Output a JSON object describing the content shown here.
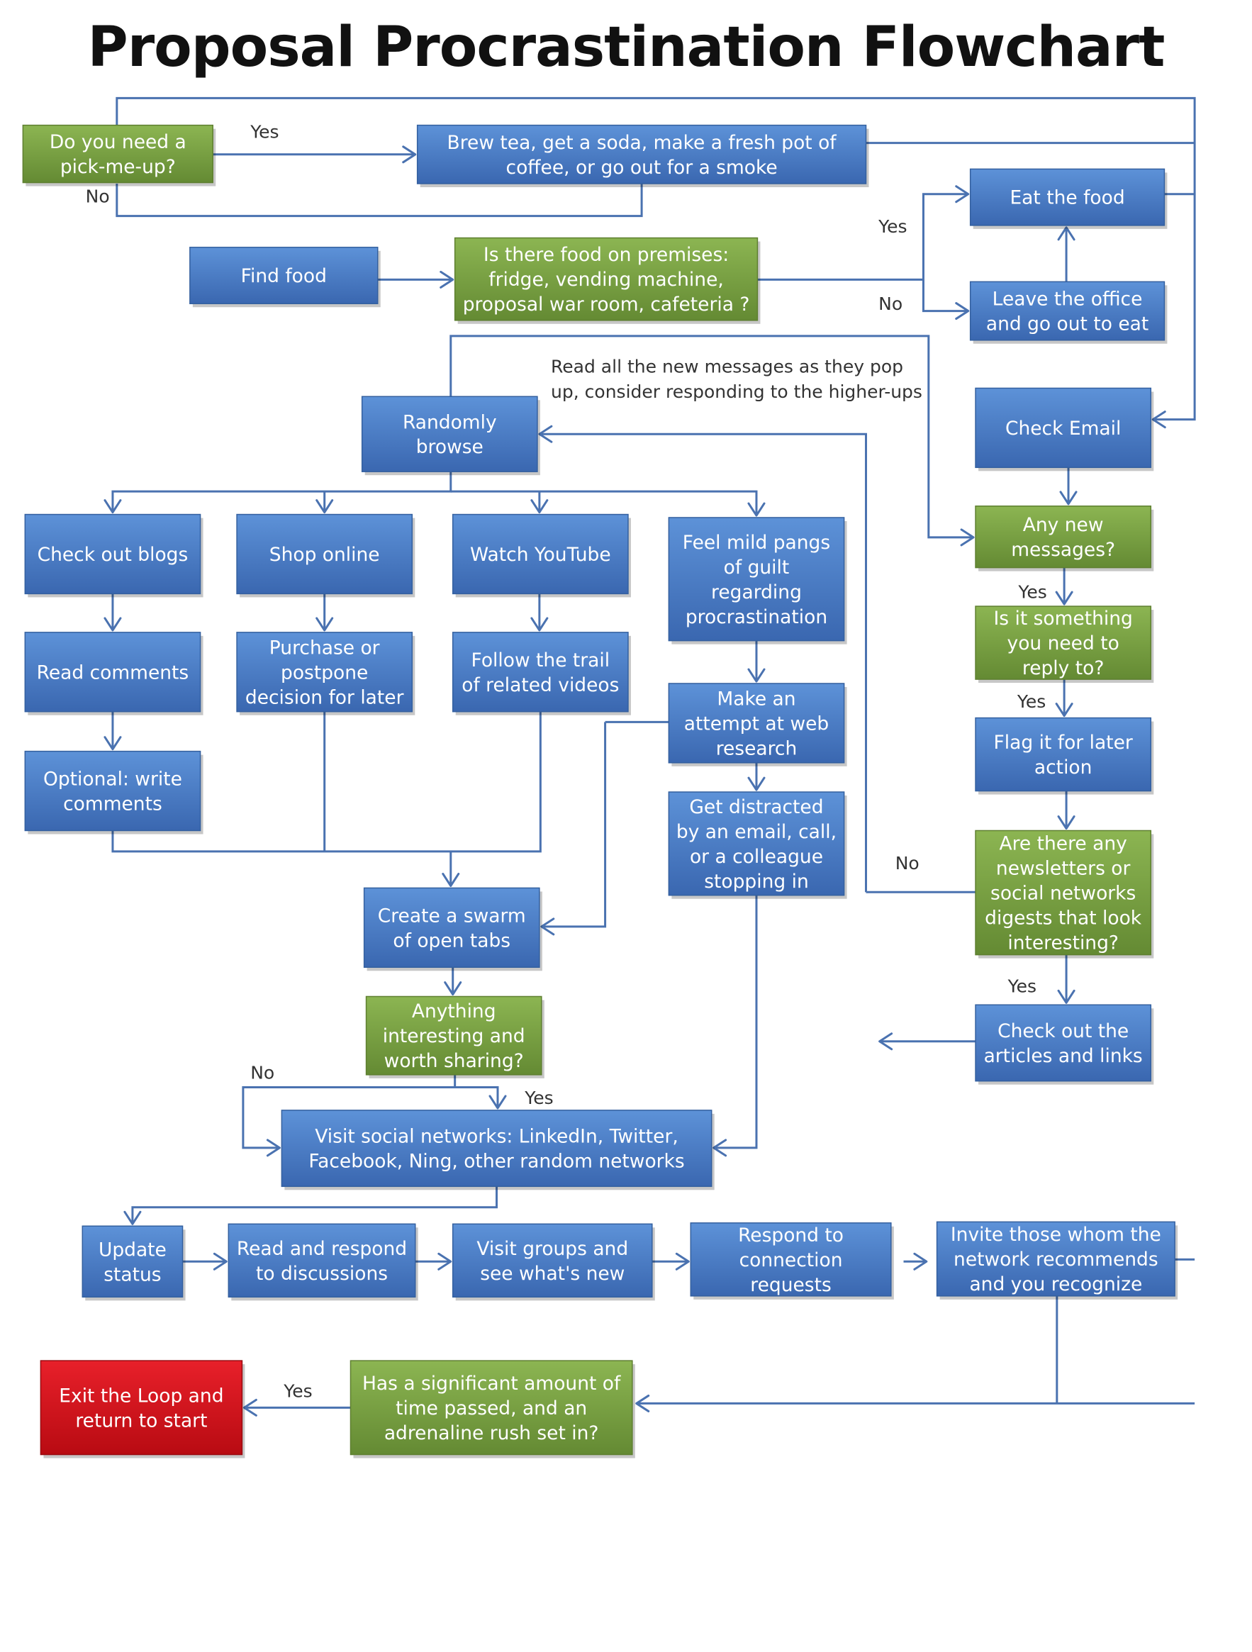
{
  "title": "Proposal Procrastination Flowchart",
  "colors": {
    "process": "#4a7cc6",
    "decision": "#7aa243",
    "exit": "#d4101a",
    "connector": "#4a72b0"
  },
  "nodes": [
    {
      "id": "pick_me_up",
      "kind": "decision",
      "lines": [
        "Do you need a",
        "pick-me-up?"
      ]
    },
    {
      "id": "brew",
      "kind": "process",
      "lines": [
        "Brew  tea, get a soda, make a fresh pot of",
        "coffee, or go out for a smoke"
      ]
    },
    {
      "id": "find_food",
      "kind": "process",
      "lines": [
        "Find food"
      ]
    },
    {
      "id": "food_on_premises",
      "kind": "decision",
      "lines": [
        "Is there food on premises:",
        "fridge, vending machine,",
        "proposal war room, cafeteria ?"
      ]
    },
    {
      "id": "eat_food",
      "kind": "process",
      "lines": [
        "Eat the food"
      ]
    },
    {
      "id": "leave_office",
      "kind": "process",
      "lines": [
        "Leave the office",
        "and go out to eat"
      ]
    },
    {
      "id": "randomly_browse",
      "kind": "process",
      "lines": [
        "Randomly",
        "browse"
      ]
    },
    {
      "id": "check_email",
      "kind": "process",
      "lines": [
        "Check Email"
      ]
    },
    {
      "id": "check_blogs",
      "kind": "process",
      "lines": [
        "Check out blogs"
      ]
    },
    {
      "id": "shop_online",
      "kind": "process",
      "lines": [
        "Shop online"
      ]
    },
    {
      "id": "watch_youtube",
      "kind": "process",
      "lines": [
        "Watch YouTube"
      ]
    },
    {
      "id": "guilt",
      "kind": "process",
      "lines": [
        "Feel mild pangs",
        "of guilt",
        "regarding",
        "procrastination"
      ]
    },
    {
      "id": "any_new_messages",
      "kind": "decision",
      "lines": [
        "Any new",
        "messages?"
      ]
    },
    {
      "id": "need_reply",
      "kind": "decision",
      "lines": [
        "Is it something",
        "you need to",
        "reply to?"
      ]
    },
    {
      "id": "read_comments",
      "kind": "process",
      "lines": [
        "Read comments"
      ]
    },
    {
      "id": "purchase",
      "kind": "process",
      "lines": [
        "Purchase or",
        "postpone",
        "decision for later"
      ]
    },
    {
      "id": "follow_trail",
      "kind": "process",
      "lines": [
        "Follow the trail",
        "of related videos"
      ]
    },
    {
      "id": "web_research",
      "kind": "process",
      "lines": [
        "Make an",
        "attempt at web",
        "research"
      ]
    },
    {
      "id": "flag_later",
      "kind": "process",
      "lines": [
        "Flag it for later",
        "action"
      ]
    },
    {
      "id": "write_comments",
      "kind": "process",
      "lines": [
        "Optional: write",
        "comments"
      ]
    },
    {
      "id": "distracted",
      "kind": "process",
      "lines": [
        "Get distracted",
        "by an email, call,",
        "or a colleague",
        "stopping in"
      ]
    },
    {
      "id": "newsletters",
      "kind": "decision",
      "lines": [
        "Are there any",
        "newsletters or",
        "social networks",
        "digests that look",
        "interesting?"
      ]
    },
    {
      "id": "swarm_tabs",
      "kind": "process",
      "lines": [
        "Create a swarm",
        "of open tabs"
      ]
    },
    {
      "id": "anything_interesting",
      "kind": "decision",
      "lines": [
        "Anything",
        "interesting and",
        "worth sharing?"
      ]
    },
    {
      "id": "check_articles",
      "kind": "process",
      "lines": [
        "Check out the",
        "articles and links"
      ]
    },
    {
      "id": "social_networks",
      "kind": "process",
      "lines": [
        "Visit social networks: LinkedIn, Twitter,",
        "Facebook, Ning, other random networks"
      ]
    },
    {
      "id": "update_status",
      "kind": "process",
      "lines": [
        "Update",
        "status"
      ]
    },
    {
      "id": "discussions",
      "kind": "process",
      "lines": [
        "Read and respond",
        "to discussions"
      ]
    },
    {
      "id": "groups",
      "kind": "process",
      "lines": [
        "Visit groups and",
        "see what's new"
      ]
    },
    {
      "id": "connection_requests",
      "kind": "process",
      "lines": [
        "Respond to",
        "connection",
        "requests"
      ]
    },
    {
      "id": "invite",
      "kind": "process",
      "lines": [
        "Invite those whom the",
        "network recommends",
        "and you recognize"
      ]
    },
    {
      "id": "time_passed",
      "kind": "decision",
      "lines": [
        "Has a significant amount of",
        "time passed, and an",
        "adrenaline rush set in?"
      ]
    },
    {
      "id": "exit_loop",
      "kind": "exit",
      "lines": [
        "Exit the Loop and",
        "return to start"
      ]
    }
  ],
  "labels": [
    {
      "id": "yes_pick_me_up",
      "text": "Yes"
    },
    {
      "id": "no_pick_me_up",
      "text": "No"
    },
    {
      "id": "yes_food",
      "text": "Yes"
    },
    {
      "id": "no_food",
      "text": "No"
    },
    {
      "id": "read_messages_note",
      "lines": [
        "Read all the new messages as they pop",
        "up, consider responding to the higher-ups"
      ]
    },
    {
      "id": "yes_new_messages",
      "text": "Yes"
    },
    {
      "id": "yes_need_reply",
      "text": "Yes"
    },
    {
      "id": "no_newsletters",
      "text": "No"
    },
    {
      "id": "yes_newsletters",
      "text": "Yes"
    },
    {
      "id": "no_interesting",
      "text": "No"
    },
    {
      "id": "yes_interesting",
      "text": "Yes"
    },
    {
      "id": "yes_time_passed",
      "text": "Yes"
    }
  ]
}
